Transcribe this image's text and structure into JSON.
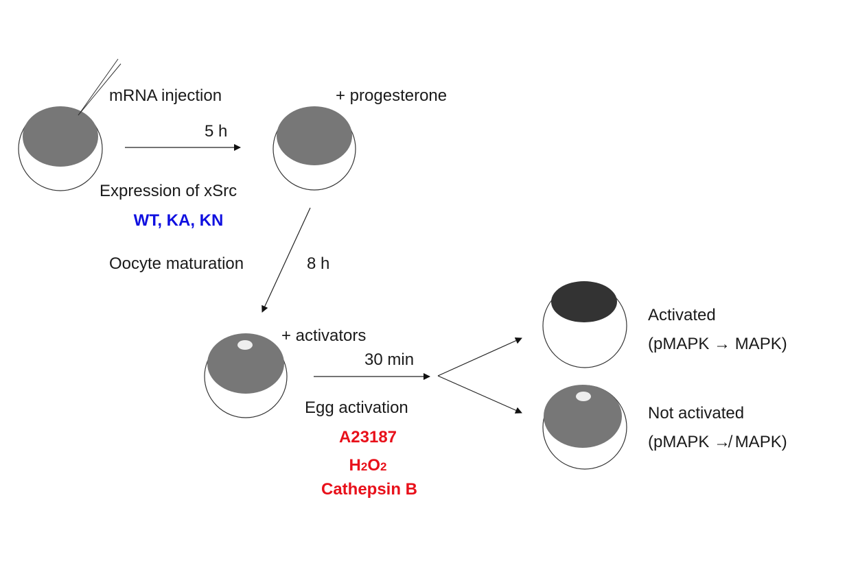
{
  "colors": {
    "yolk": "#777777",
    "activated_yolk": "#333333",
    "strain_text": "#1010e0",
    "activator_text": "#e8101a"
  },
  "steps": {
    "injection_label": "mRNA injection",
    "injection_time": "5 h",
    "expression_label": "Expression of xSrc",
    "xsrc_variants": "WT, KA, KN",
    "progesterone_label": "+ progesterone",
    "maturation_label": "Oocyte maturation",
    "maturation_time": "8 h",
    "activators_label": "+ activators",
    "activation_time": "30 min",
    "egg_activation_label": "Egg activation",
    "activators": {
      "a23187": "A23187",
      "h2o2": {
        "h": "H",
        "sub1": "2",
        "o": "O",
        "sub2": "2"
      },
      "cathepsin": "Cathepsin B"
    }
  },
  "outcomes": {
    "activated": {
      "title": "Activated",
      "detail": "(pMAPK → MAPK)"
    },
    "not_activated": {
      "title": "Not activated",
      "detail": "(pMAPK ↛ MAPK)"
    }
  }
}
